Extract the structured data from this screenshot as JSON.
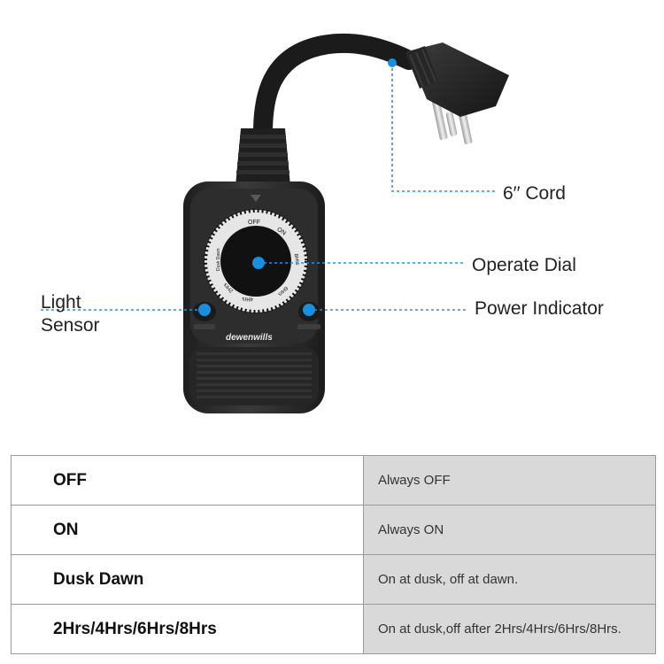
{
  "callouts": {
    "cord": "6′′ Cord",
    "dial": "Operate Dial",
    "power": "Power Indicator",
    "light_line1": "Light",
    "light_line2": "Sensor"
  },
  "device": {
    "brand": "dewenwills",
    "dial_marks": [
      "OFF",
      "ON",
      "8Hrs",
      "6Hrs",
      "4Hrs",
      "2Hrs",
      "Dusk Dawn"
    ]
  },
  "colors": {
    "callout_line": "#2f8fd6",
    "body": "#2b2b2b",
    "dial": "#111111",
    "table_desc_bg": "#d9d9d9"
  },
  "modes": [
    {
      "name": "OFF",
      "description": "Always OFF"
    },
    {
      "name": "ON",
      "description": "Always ON"
    },
    {
      "name": "Dusk Dawn",
      "description": "On at dusk, off at dawn."
    },
    {
      "name": "2Hrs/4Hrs/6Hrs/8Hrs",
      "description": "On at dusk,off after 2Hrs/4Hrs/6Hrs/8Hrs."
    }
  ]
}
